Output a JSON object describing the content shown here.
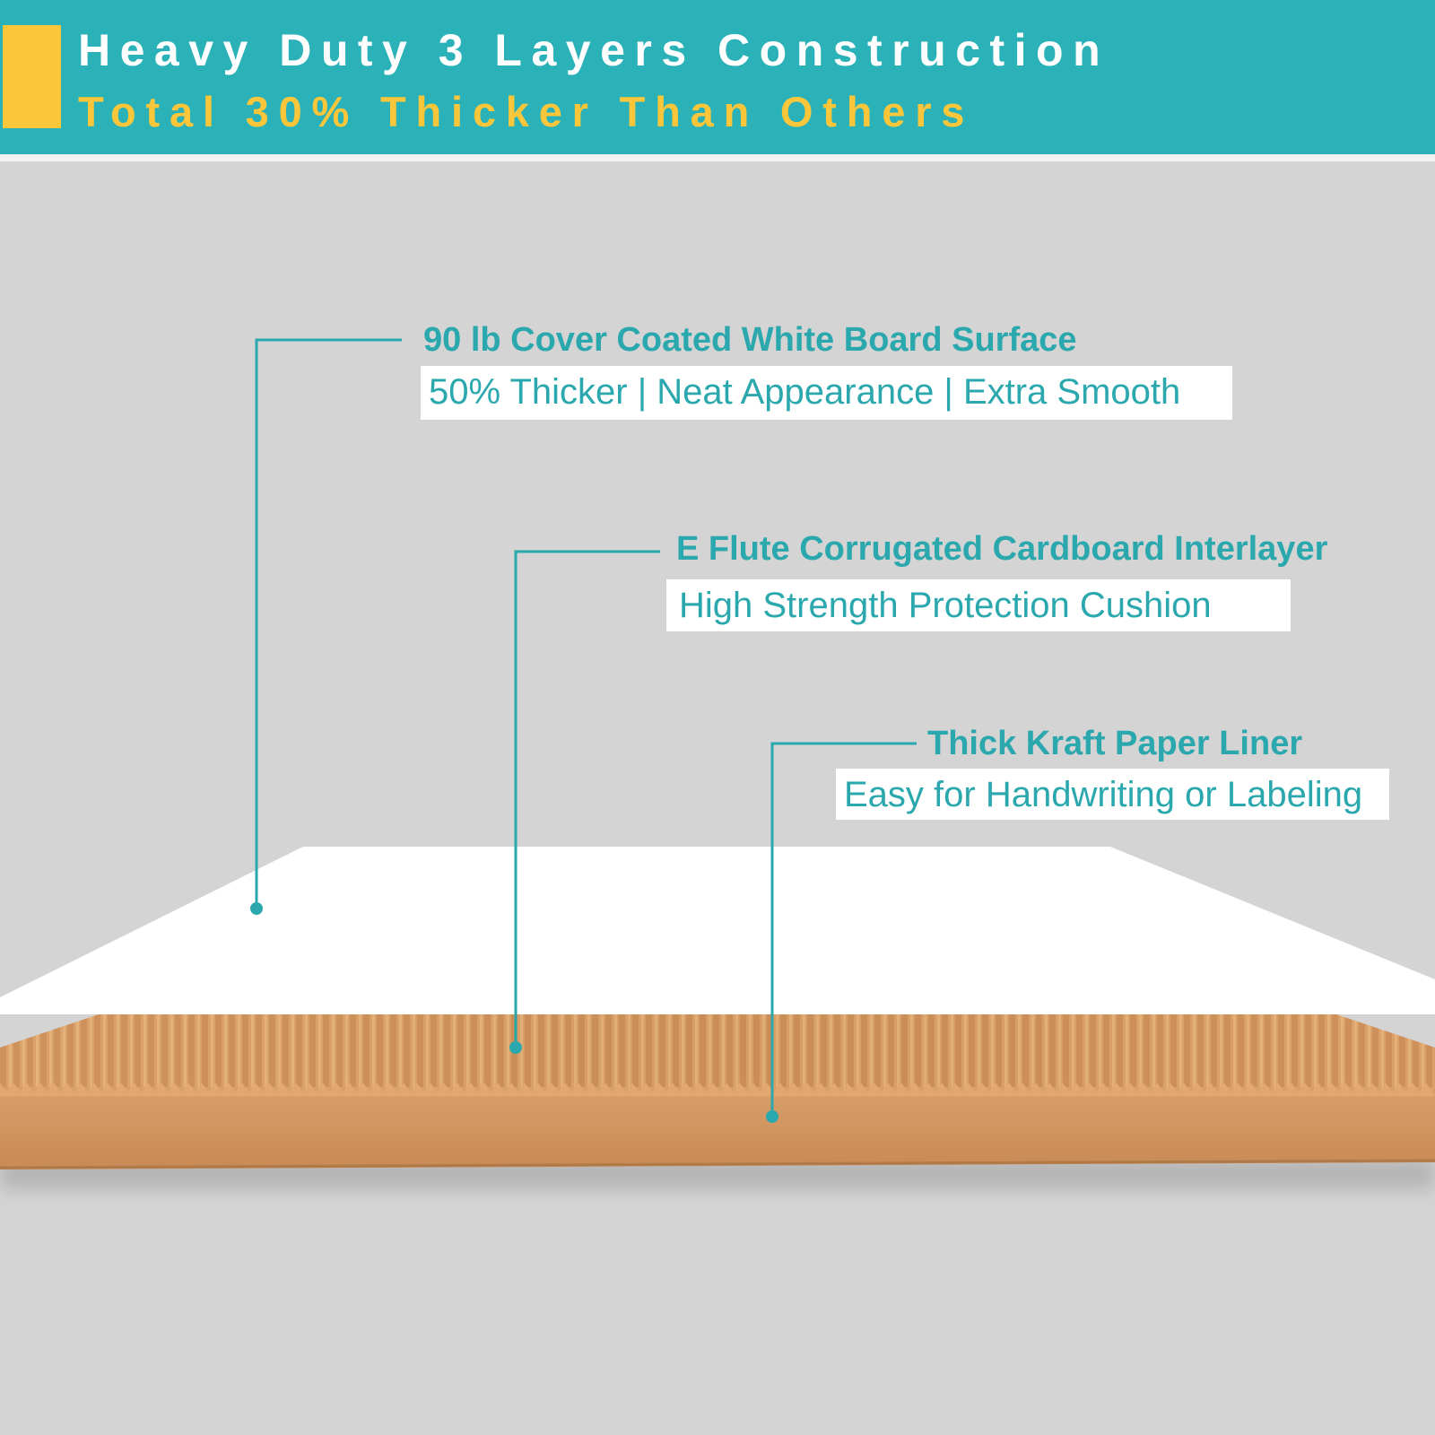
{
  "header": {
    "title": "Heavy Duty 3 Layers Construction",
    "subtitle": "Total 30% Thicker Than Others"
  },
  "colors": {
    "teal": "#2ab2b8",
    "yellow": "#fbc63a",
    "background": "#d4d4d4",
    "kraft": "#cc915d"
  },
  "callouts": [
    {
      "title": "90 lb Cover Coated White Board Surface",
      "detail": "50% Thicker | Neat Appearance | Extra Smooth"
    },
    {
      "title": "E Flute Corrugated Cardboard Interlayer",
      "detail": "High Strength Protection Cushion"
    },
    {
      "title": "Thick Kraft Paper Liner",
      "detail": "Easy for Handwriting or Labeling"
    }
  ]
}
